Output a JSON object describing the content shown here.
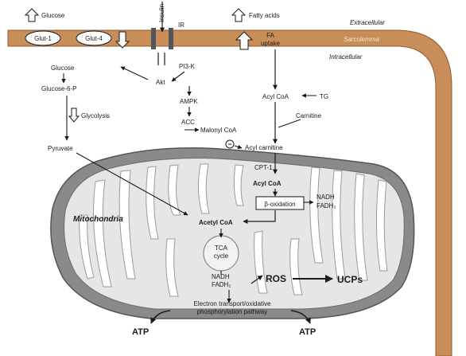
{
  "colors": {
    "membrane": "#c98d5a",
    "membrane_edge": "#8f5a2e",
    "mito_outer": "#8a8a8a",
    "mito_fill": "#e6e6e6",
    "crista": "#ffffff",
    "ink": "#1a1a1a"
  },
  "membrane": {
    "extracellular": "Extracellular",
    "sarcolemma": "Sarcolemma",
    "intracellular": "Intracellular"
  },
  "transporters": {
    "glucose_in": "Glucose",
    "glut1": "Glut-1",
    "glut4": "Glut-4",
    "insulin": "Insulin",
    "ir": "IR",
    "fatty_acids_in": "Fatty acids",
    "fa_uptake_line1": "FA",
    "fa_uptake_line2": "uptake"
  },
  "glucose_path": {
    "glucose": "Glucose",
    "g6p": "Glucose-6-P",
    "glycolysis": "Glycolysis",
    "pyruvate": "Pyruvate"
  },
  "signaling": {
    "pi3k": "PI3-K",
    "akt": "Akt",
    "ampk": "AMPK",
    "acc": "ACC",
    "malonyl": "Malonyl CoA",
    "minus": "−"
  },
  "fa_path": {
    "acyl_coa": "Acyl CoA",
    "tg": "TG",
    "carnitine": "Carnitine",
    "acyl_carnitine": "Acyl carnitine",
    "cpt": "CPT-1",
    "acyl_coa_mito": "Acyl CoA",
    "beta_ox": "β-oxidation",
    "nadh1": "NADH",
    "fadh1": "FADH₂"
  },
  "mito": {
    "label": "Mitochondria",
    "acetyl_coa": "Acetyl CoA",
    "tca_line1": "TCA",
    "tca_line2": "cycle",
    "nadh2": "NADH",
    "fadh2": "FADH₂",
    "ros": "ROS",
    "ucps": "UCPs",
    "etc_line1": "Electron transport/oxidative",
    "etc_line2": "phosphorylation pathway",
    "atp_left": "ATP",
    "atp_right": "ATP"
  }
}
